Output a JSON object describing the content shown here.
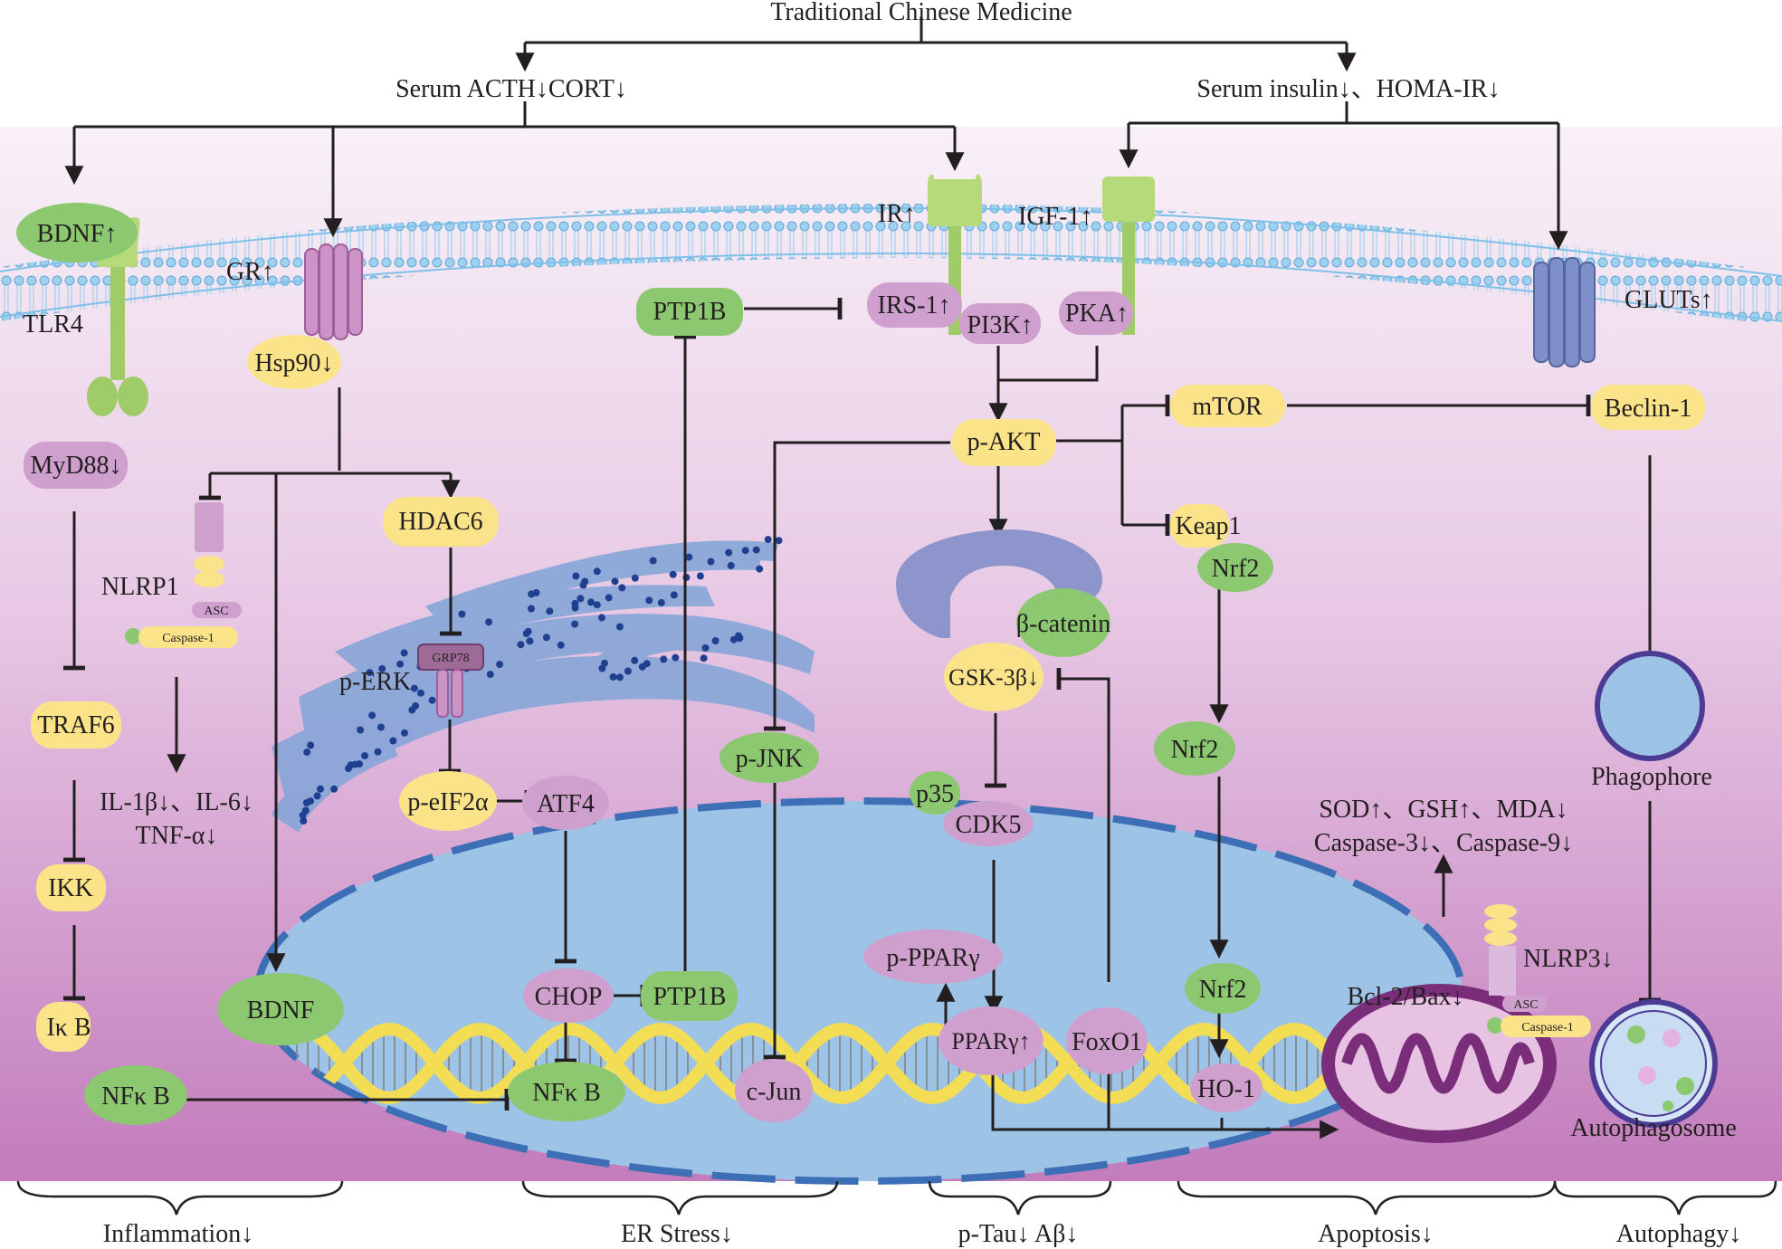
{
  "top": {
    "title": "Traditional Chinese Medicine",
    "serum_left": "Serum ACTH↓CORT↓",
    "serum_right": "Serum insulin↓、HOMA-IR↓"
  },
  "membrane": {
    "bdnf_top": "BDNF↑",
    "tlr4": "TLR4",
    "gr": "GR↑",
    "hsp90": "Hsp90↓",
    "ir": "IR↑",
    "igf1": "IGF-1↑",
    "ptp1b_top": "PTP1B",
    "irs1": "IRS-1↑",
    "pi3k": "PI3K↑",
    "pka": "PKA↑",
    "gluts": "GLUTs↑"
  },
  "inflammation": {
    "myd88": "MyD88↓",
    "nlrp1": "NLRP1",
    "asc": "ASC",
    "caspase1": "Caspase-1",
    "cytokines_1": "IL-1β↓、IL-6↓",
    "cytokines_2": "TNF-α↓",
    "traf6": "TRAF6",
    "ikk": "IKK",
    "ikb": "Iκ B",
    "nfkb_cyto": "NFκ B"
  },
  "er_stress": {
    "hdac6": "HDAC6",
    "grp78": "GRP78",
    "perk": "p-ERK",
    "peif2a": "p-eIF2α",
    "atf4": "ATF4",
    "pjnk": "p-JNK",
    "bdnf_nuc": "BDNF",
    "chop": "CHOP",
    "ptp1b_nuc": "PTP1B",
    "nfkb_nuc": "NFκ B",
    "cjun": "c-Jun"
  },
  "signaling": {
    "pakt": "p-AKT",
    "mtor": "mTOR",
    "beclin1": "Beclin-1",
    "keap1": "Keap1",
    "nrf2_a": "Nrf2",
    "nrf2_b": "Nrf2",
    "nrf2_c": "Nrf2",
    "beta_catenin": "β-catenin",
    "gsk3b": "GSK-3β↓",
    "p35": "p35",
    "cdk5": "CDK5",
    "pppar": "p-PPARγ",
    "ppar": "PPARγ↑",
    "foxo1": "FoxO1",
    "ho1": "HO-1"
  },
  "apoptosis": {
    "markers_1": "SOD↑、GSH↑、MDA↓",
    "markers_2": "Caspase-3↓、Caspase-9↓",
    "nlrp3": "NLRP3↓",
    "asc": "ASC",
    "caspase1": "Caspase-1",
    "bcl2": "Bcl-2/Bax↓"
  },
  "autophagy": {
    "phagophore": "Phagophore",
    "autophagosome": "Autophagosome"
  },
  "outcomes": {
    "inflammation": "Inflammation↓",
    "er_stress": "ER Stress↓",
    "ptau": "p-Tau↓ Aβ↓",
    "apoptosis": "Apoptosis↓",
    "autophagy": "Autophagy↓"
  },
  "colors": {
    "green_node": "#8cc870",
    "purple_node": "#cf9fcd",
    "yellow_node": "#fbe38a",
    "nucleus": "#9dc3e6",
    "er": "#7fa4d6",
    "receptor_green": "#b6d97a",
    "receptor_purple": "#cc93c6",
    "glut": "#7e90c9",
    "mito": "#7a2e7a",
    "gradient_top": "#f6eef6",
    "gradient_bottom": "#c17bbb"
  }
}
